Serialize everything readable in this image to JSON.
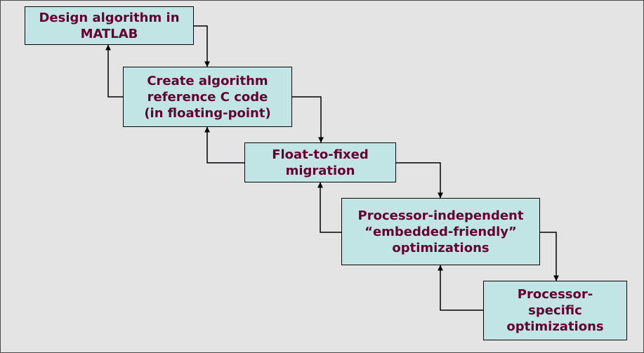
{
  "diagram": {
    "steps": [
      {
        "id": "design",
        "label": "Design algorithm in\nMATLAB"
      },
      {
        "id": "reference-c",
        "label": "Create algorithm\nreference C code\n(in floating-point)"
      },
      {
        "id": "float-to-fixed",
        "label": "Float-to-fixed\nmigration"
      },
      {
        "id": "independent",
        "label": "Processor-independent\n“embedded-friendly”\noptimizations"
      },
      {
        "id": "specific",
        "label": "Processor-\nspecific\noptimizations"
      }
    ],
    "colors": {
      "background": "#e4e4e4",
      "box_fill": "#c1e4e4",
      "box_border": "#000000",
      "text": "#660033",
      "arrow": "#000000"
    }
  }
}
